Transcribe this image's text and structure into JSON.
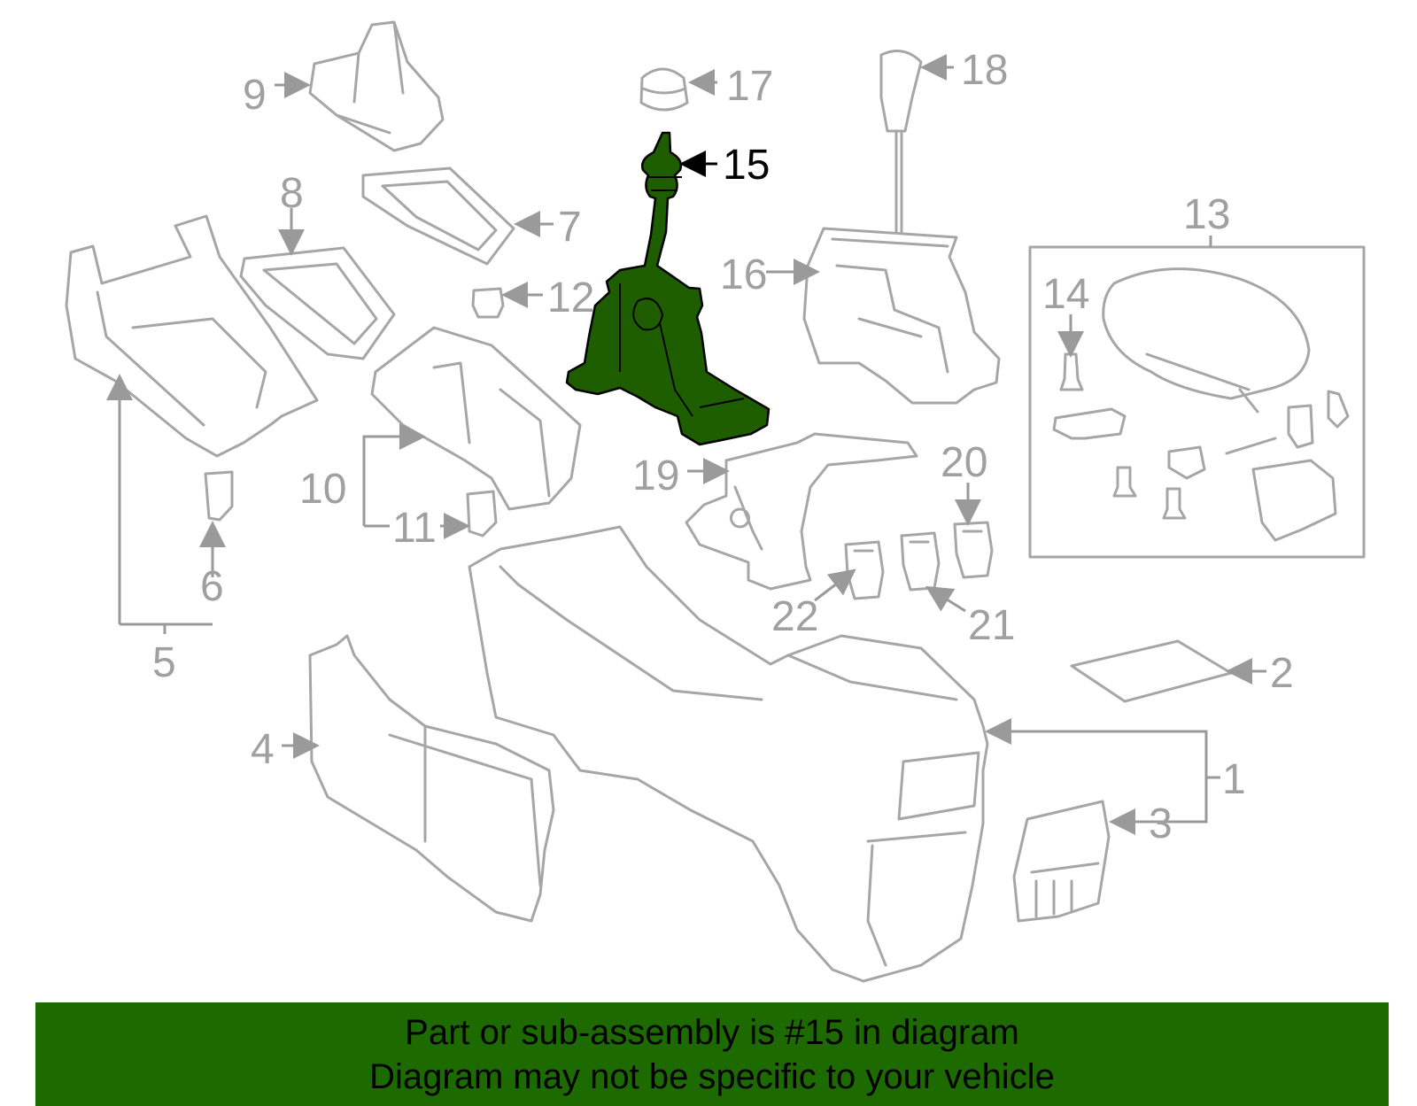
{
  "diagram": {
    "callouts": [
      "1",
      "2",
      "3",
      "4",
      "5",
      "6",
      "7",
      "8",
      "9",
      "10",
      "11",
      "12",
      "13",
      "14",
      "15",
      "16",
      "17",
      "18",
      "19",
      "20",
      "21",
      "22"
    ],
    "highlighted_part": "15",
    "highlight_color": "#1f5e00",
    "part_outline_color": "#a6a6a6"
  },
  "banner": {
    "line1": "Part or sub-assembly is #15 in diagram",
    "line2": "Diagram may not be specific to your vehicle",
    "background": "#1d6b00"
  }
}
